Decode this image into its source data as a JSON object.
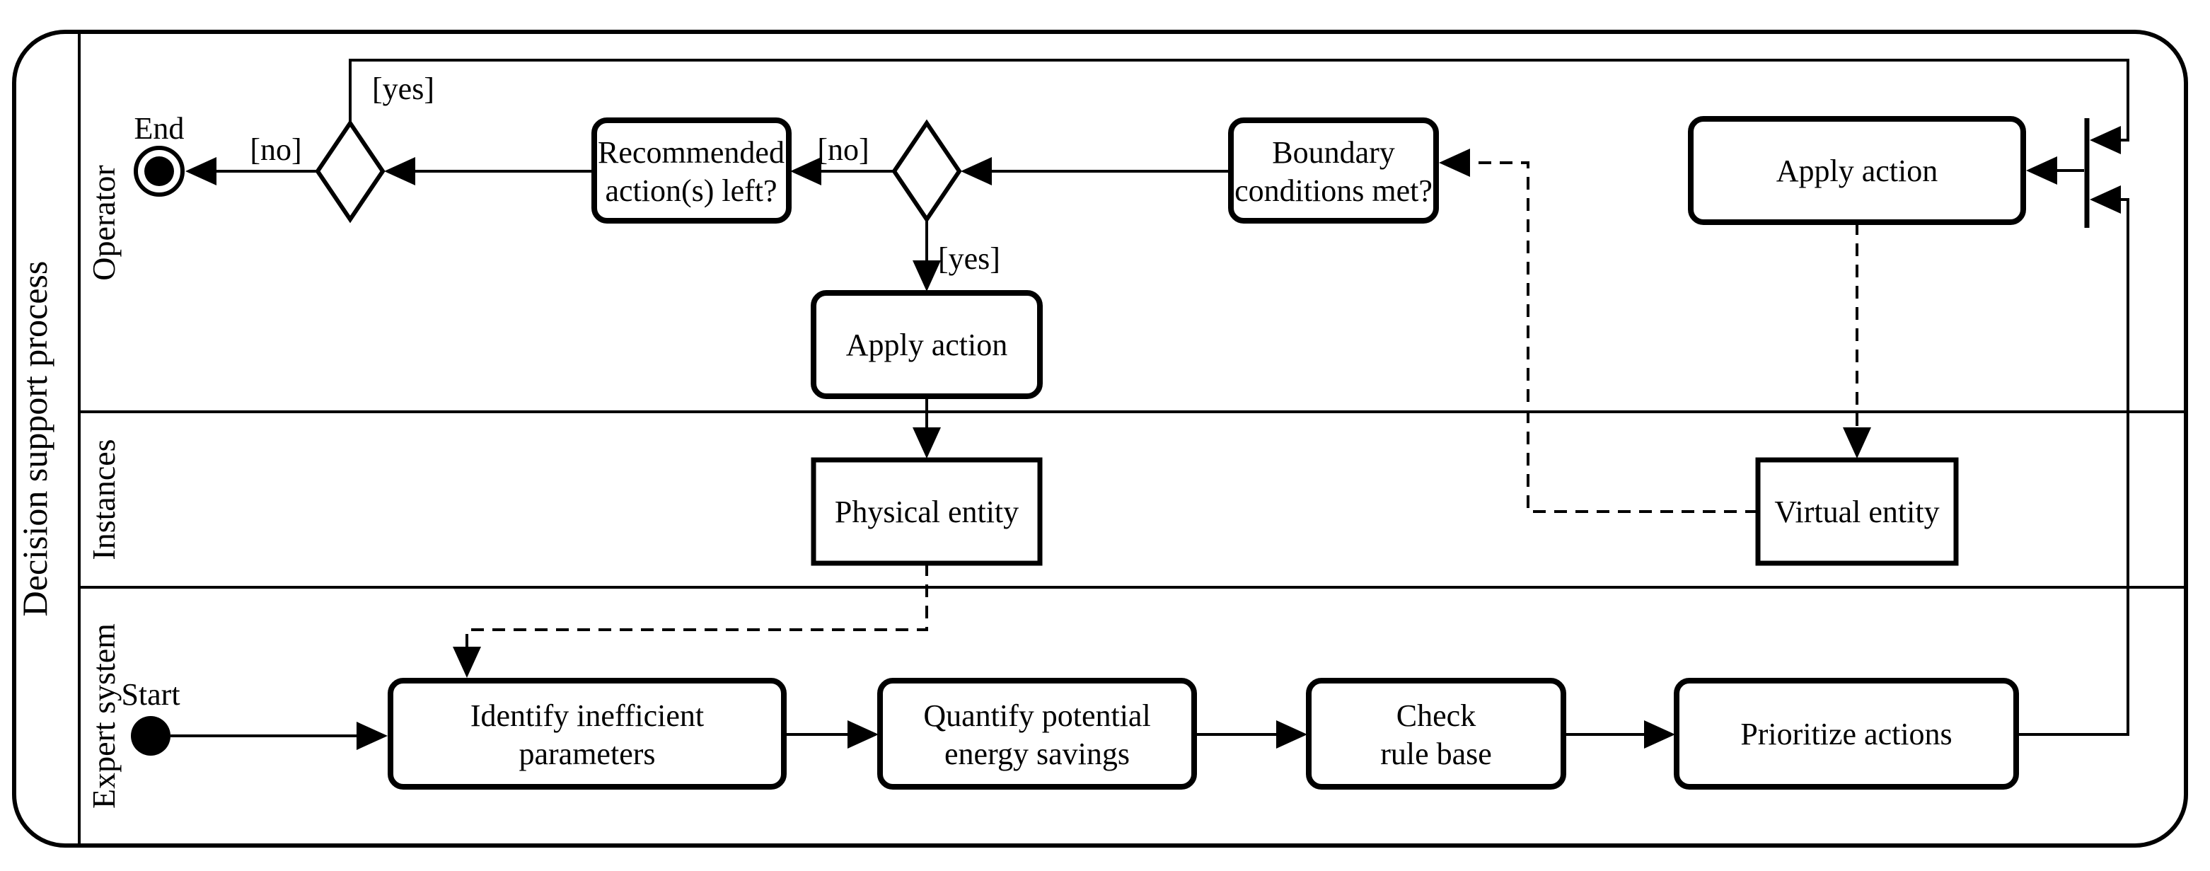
{
  "diagram": {
    "title": "Decision support process",
    "lanes": {
      "operator": "Operator",
      "instances": "Instances",
      "expert_system": "Expert system"
    },
    "nodes": {
      "start_label": "Start",
      "end_label": "End",
      "recommended_actions": {
        "line1": "Recommended",
        "line2": "action(s) left?"
      },
      "boundary_conditions": {
        "line1": "Boundary",
        "line2": "conditions met?"
      },
      "apply_action_top": "Apply action",
      "apply_action_mid": "Apply action",
      "virtual_entity": "Virtual entity",
      "physical_entity": "Physical entity",
      "identify_params": {
        "line1": "Identify inefficient",
        "line2": "parameters"
      },
      "quantify_savings": {
        "line1": "Quantify potential",
        "line2": "energy savings"
      },
      "check_rule_base": {
        "line1": "Check",
        "line2": "rule base"
      },
      "prioritize_actions": "Prioritize actions"
    },
    "edge_labels": {
      "yes_top": "[yes]",
      "no_to_end": "[no]",
      "no_mid": "[no]",
      "yes_mid": "[yes]"
    },
    "colors": {
      "ink": "#000000",
      "background": "#ffffff"
    }
  }
}
